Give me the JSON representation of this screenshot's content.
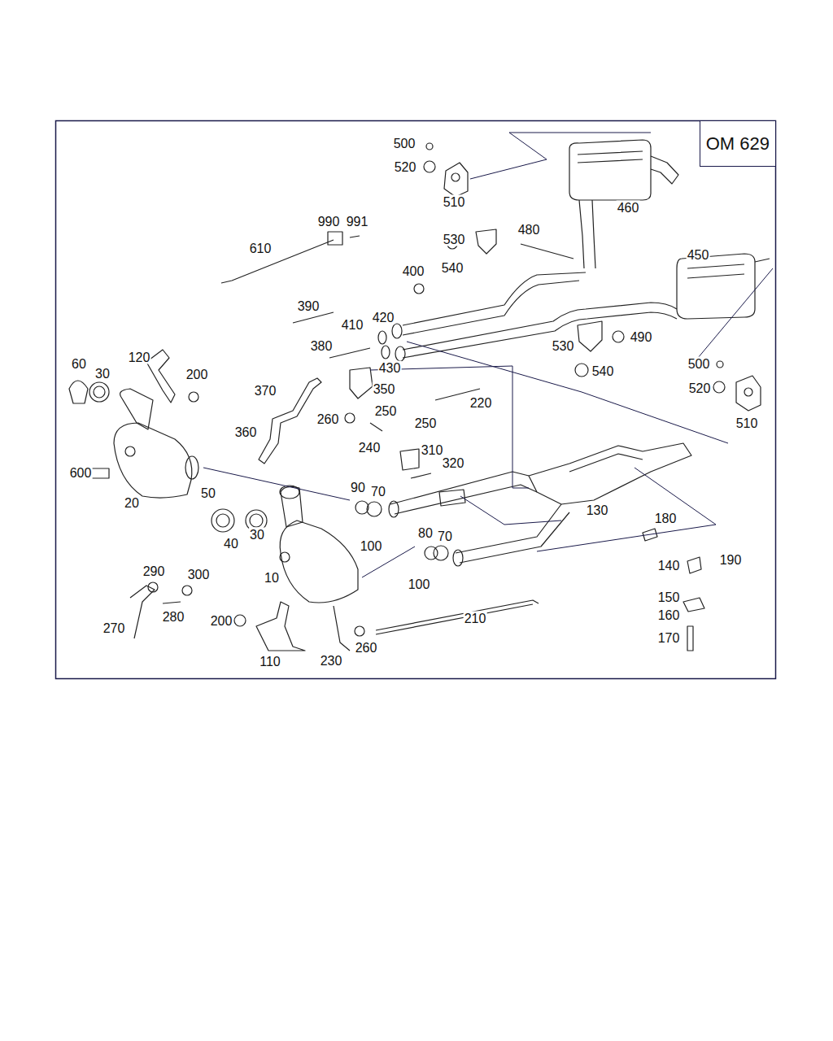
{
  "diagram": {
    "nodes": [
      {
        "text": [
          "OM 629"
        ]
      }
    ],
    "labels": [
      "500",
      "520",
      "510",
      "460",
      "990",
      "991",
      "610",
      "530",
      "480",
      "540",
      "400",
      "450",
      "390",
      "410",
      "420",
      "380",
      "430",
      "530",
      "490",
      "540",
      "500",
      "520",
      "510",
      "60",
      "30",
      "120",
      "200",
      "370",
      "350",
      "250",
      "250",
      "220",
      "260",
      "360",
      "240",
      "310",
      "320",
      "600",
      "20",
      "50",
      "90",
      "70",
      "130",
      "180",
      "40",
      "30",
      "100",
      "80",
      "70",
      "140",
      "190",
      "10",
      "100",
      "290",
      "300",
      "150",
      "160",
      "270",
      "280",
      "200",
      "210",
      "170",
      "110",
      "230",
      "260"
    ]
  }
}
